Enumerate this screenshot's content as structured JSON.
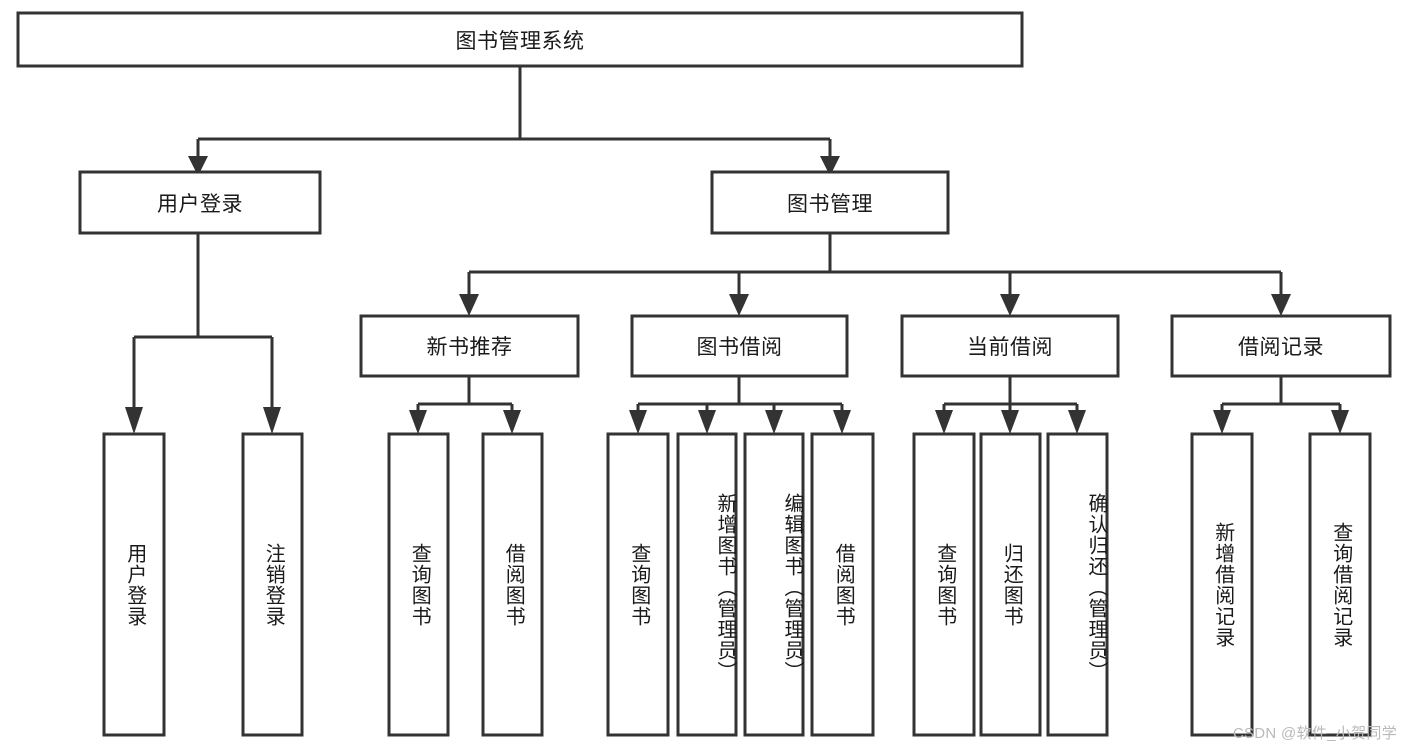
{
  "diagram": {
    "type": "tree-hierarchy",
    "title": "图书管理系统",
    "root": {
      "id": "root",
      "label": "图书管理系统",
      "orientation": "horizontal"
    },
    "level1": [
      {
        "id": "user-login",
        "label": "用户登录",
        "orientation": "horizontal"
      },
      {
        "id": "book-management",
        "label": "图书管理",
        "orientation": "horizontal"
      }
    ],
    "level2": [
      {
        "id": "new-book-recommend",
        "label": "新书推荐",
        "parent": "book-management",
        "orientation": "horizontal"
      },
      {
        "id": "book-borrow",
        "label": "图书借阅",
        "parent": "book-management",
        "orientation": "horizontal"
      },
      {
        "id": "current-borrow",
        "label": "当前借阅",
        "parent": "book-management",
        "orientation": "horizontal"
      },
      {
        "id": "borrow-record",
        "label": "借阅记录",
        "parent": "book-management",
        "orientation": "horizontal"
      }
    ],
    "leaves": [
      {
        "id": "leaf-user-login",
        "label": "用户登录",
        "parent": "user-login",
        "orientation": "vertical"
      },
      {
        "id": "leaf-user-logout",
        "label": "注销登录",
        "parent": "user-login",
        "orientation": "vertical"
      },
      {
        "id": "leaf-query-book-1",
        "label": "查询图书",
        "parent": "new-book-recommend",
        "orientation": "vertical"
      },
      {
        "id": "leaf-borrow-book-1",
        "label": "借阅图书",
        "parent": "new-book-recommend",
        "orientation": "vertical"
      },
      {
        "id": "leaf-query-book-2",
        "label": "查询图书",
        "parent": "book-borrow",
        "orientation": "vertical"
      },
      {
        "id": "leaf-add-book",
        "label": "新增图书（管理员）",
        "parent": "book-borrow",
        "orientation": "vertical"
      },
      {
        "id": "leaf-edit-book",
        "label": "编辑图书（管理员）",
        "parent": "book-borrow",
        "orientation": "vertical"
      },
      {
        "id": "leaf-borrow-book-2",
        "label": "借阅图书",
        "parent": "book-borrow",
        "orientation": "vertical"
      },
      {
        "id": "leaf-query-book-3",
        "label": "查询图书",
        "parent": "current-borrow",
        "orientation": "vertical"
      },
      {
        "id": "leaf-return-book",
        "label": "归还图书",
        "parent": "current-borrow",
        "orientation": "vertical"
      },
      {
        "id": "leaf-confirm-return",
        "label": "确认归还（管理员）",
        "parent": "current-borrow",
        "orientation": "vertical"
      },
      {
        "id": "leaf-add-record",
        "label": "新增借阅记录",
        "parent": "borrow-record",
        "orientation": "vertical"
      },
      {
        "id": "leaf-query-record",
        "label": "查询借阅记录",
        "parent": "borrow-record",
        "orientation": "vertical"
      }
    ],
    "colors": {
      "box_stroke": "#333333",
      "box_fill": "#ffffff",
      "connector": "#333333",
      "text": "#1a1a1a",
      "background": "#ffffff",
      "watermark": "#b9b9b9"
    }
  },
  "watermark": {
    "text": "CSDN @软件_小贺同学"
  }
}
